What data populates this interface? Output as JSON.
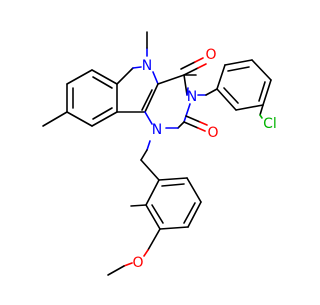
{
  "molecule": {
    "atoms": {
      "N_indole": "N",
      "N3": "N",
      "N1": "N",
      "O_top": "O",
      "O_mid": "O",
      "O_methoxy": "O",
      "Cl": "Cl"
    },
    "colors": {
      "carbon": "#000000",
      "nitrogen": "#0000ff",
      "oxygen": "#ff0000",
      "chlorine": "#00b400",
      "background": "#ffffff"
    }
  }
}
